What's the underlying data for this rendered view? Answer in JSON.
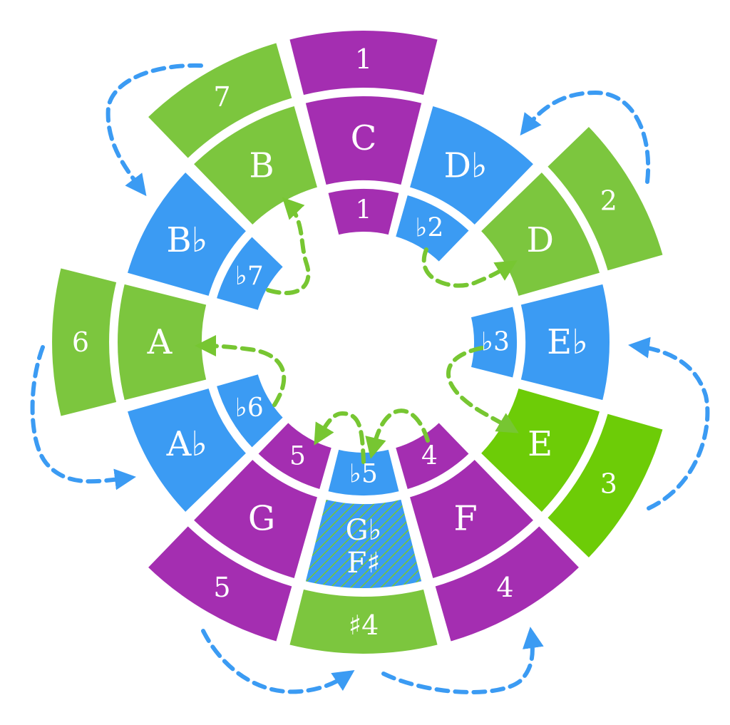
{
  "colors": {
    "purple": "#a42eb1",
    "green": "#7cc63e",
    "bright_green": "#6dcc07",
    "blue": "#3b9bf3",
    "background": "#ffffff",
    "arrow_green": "#77c632",
    "arrow_blue": "#3b9bf3"
  },
  "notes": [
    {
      "name": "C",
      "label": "C",
      "color": "purple",
      "outer": true,
      "inner": true
    },
    {
      "name": "Db",
      "label": "D♭",
      "color": "blue",
      "outer": false,
      "inner": true
    },
    {
      "name": "D",
      "label": "D",
      "color": "green",
      "outer": true,
      "inner": false
    },
    {
      "name": "Eb",
      "label": "E♭",
      "color": "blue",
      "outer": false,
      "inner": true
    },
    {
      "name": "E",
      "label": "E",
      "color": "bright_green",
      "outer": true,
      "inner": false
    },
    {
      "name": "F",
      "label": "F",
      "color": "purple",
      "outer": true,
      "inner": true
    },
    {
      "name": "Gb",
      "label": "G♭",
      "label2": "F♯",
      "color": "hatched",
      "outer": true,
      "inner": true
    },
    {
      "name": "G",
      "label": "G",
      "color": "purple",
      "outer": true,
      "inner": true
    },
    {
      "name": "Ab",
      "label": "A♭",
      "color": "blue",
      "outer": false,
      "inner": true
    },
    {
      "name": "A",
      "label": "A",
      "color": "green",
      "outer": true,
      "inner": false
    },
    {
      "name": "Bb",
      "label": "B♭",
      "color": "blue",
      "outer": false,
      "inner": true
    },
    {
      "name": "B",
      "label": "B",
      "color": "green",
      "outer": true,
      "inner": false
    }
  ],
  "outer_degrees": [
    {
      "note": "C",
      "label": "1",
      "color": "purple"
    },
    {
      "note": "D",
      "label": "2",
      "color": "green"
    },
    {
      "note": "E",
      "label": "3",
      "color": "bright_green"
    },
    {
      "note": "F",
      "label": "4",
      "color": "purple"
    },
    {
      "note": "Gb",
      "label": "♯4",
      "color": "green"
    },
    {
      "note": "G",
      "label": "5",
      "color": "purple"
    },
    {
      "note": "A",
      "label": "6",
      "color": "green"
    },
    {
      "note": "B",
      "label": "7",
      "color": "green"
    }
  ],
  "inner_degrees": [
    {
      "note": "C",
      "label": "1",
      "color": "purple"
    },
    {
      "note": "Db",
      "label": "♭2",
      "color": "blue"
    },
    {
      "note": "Eb",
      "label": "♭3",
      "color": "blue"
    },
    {
      "note": "F",
      "label": "4",
      "color": "purple"
    },
    {
      "note": "Gb",
      "label": "♭5",
      "color": "blue"
    },
    {
      "note": "G",
      "label": "5",
      "color": "purple"
    },
    {
      "note": "Ab",
      "label": "♭6",
      "color": "blue"
    },
    {
      "note": "Bb",
      "label": "♭7",
      "color": "blue"
    }
  ]
}
